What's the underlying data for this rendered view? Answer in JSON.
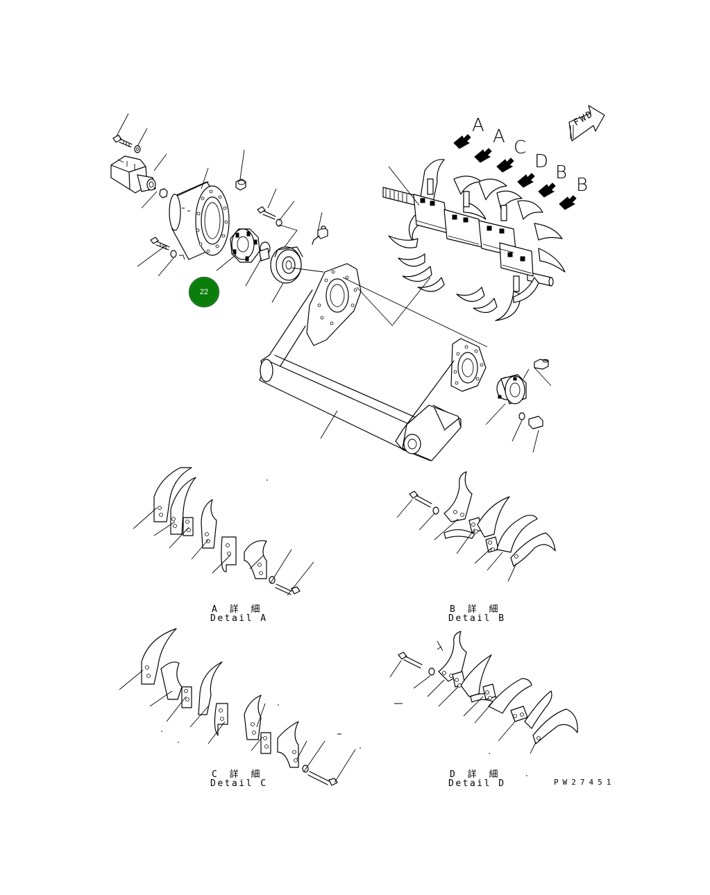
{
  "detail_labels": {
    "a": {
      "jp": "A 詳 細",
      "en": "Detail A"
    },
    "b": {
      "jp": "B 詳 細",
      "en": "Detail B"
    },
    "c": {
      "jp": "C 詳 細",
      "en": "Detail C"
    },
    "d": {
      "jp": "D 詳 細",
      "en": "Detail D"
    }
  },
  "view_letters": [
    "A",
    "A",
    "C",
    "D",
    "B",
    "B"
  ],
  "direction_label": "FWD",
  "callout": {
    "number": "22",
    "color": "#0b7d0b"
  },
  "drawing_code": "PW27451"
}
